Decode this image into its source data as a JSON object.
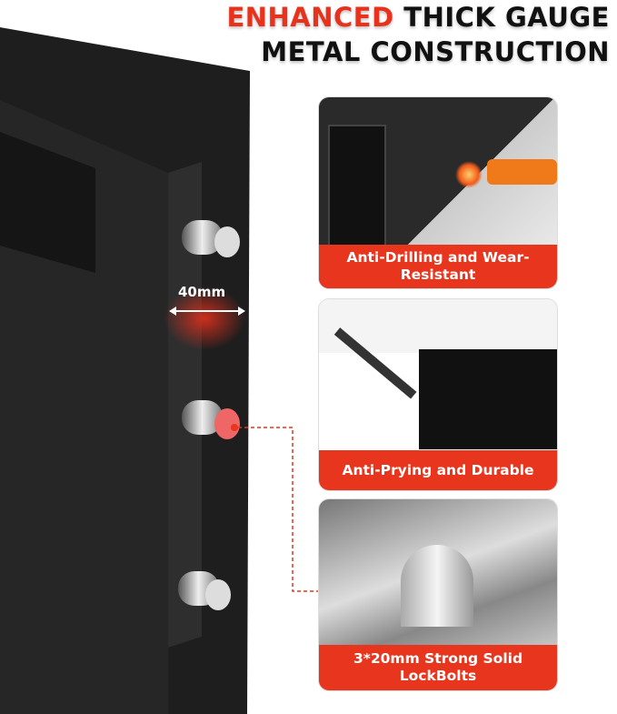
{
  "headline": {
    "highlight": "ENHANCED",
    "line1_rest": " THICK GAUGE",
    "line2": "METAL CONSTRUCTION"
  },
  "dimension_label": "40mm",
  "features": [
    {
      "caption": "Anti-Drilling and Wear-Resistant"
    },
    {
      "caption": "Anti-Prying and Durable"
    },
    {
      "caption": "3*20mm Strong Solid LockBolts"
    }
  ],
  "colors": {
    "accent": "#e8351d",
    "safe": "#1c1c1c"
  }
}
